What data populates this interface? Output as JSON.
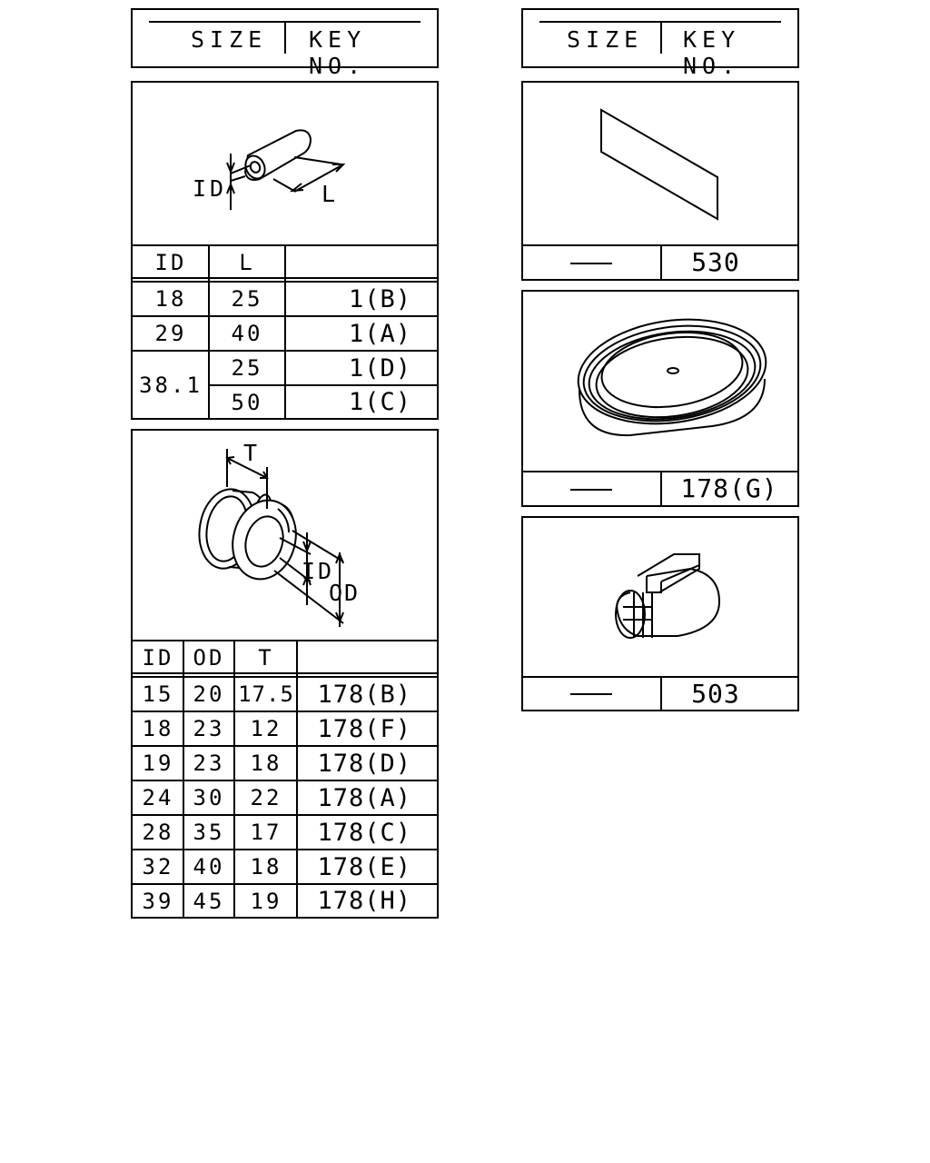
{
  "header": {
    "size_label": "SIZE",
    "key_label": "KEY NO."
  },
  "tube": {
    "fig_labels": {
      "id": "ID",
      "l": "L"
    },
    "columns": [
      "ID",
      "L",
      ""
    ],
    "rows": [
      {
        "id": "18",
        "l": "25",
        "key": "1(B)"
      },
      {
        "id": "29",
        "l": "40",
        "key": "1(A)"
      },
      {
        "id": "38.1",
        "l": "25",
        "key": "1(D)"
      },
      {
        "id": "",
        "l": "50",
        "key": "1(C)"
      }
    ]
  },
  "grommet": {
    "fig_labels": {
      "t": "T",
      "id": "ID",
      "od": "OD"
    },
    "columns": [
      "ID",
      "OD",
      "T",
      ""
    ],
    "rows": [
      {
        "id": "15",
        "od": "20",
        "t": "17.5",
        "key": "178(B)"
      },
      {
        "id": "18",
        "od": "23",
        "t": "12",
        "key": "178(F)"
      },
      {
        "id": "19",
        "od": "23",
        "t": "18",
        "key": "178(D)"
      },
      {
        "id": "24",
        "od": "30",
        "t": "22",
        "key": "178(A)"
      },
      {
        "id": "28",
        "od": "35",
        "t": "17",
        "key": "178(C)"
      },
      {
        "id": "32",
        "od": "40",
        "t": "18",
        "key": "178(E)"
      },
      {
        "id": "39",
        "od": "45",
        "t": "19",
        "key": "178(H)"
      }
    ]
  },
  "sheet": {
    "size": "—",
    "key": "530"
  },
  "oval": {
    "size": "—",
    "key": "178(G)"
  },
  "clip": {
    "size": "—",
    "key": "503"
  }
}
